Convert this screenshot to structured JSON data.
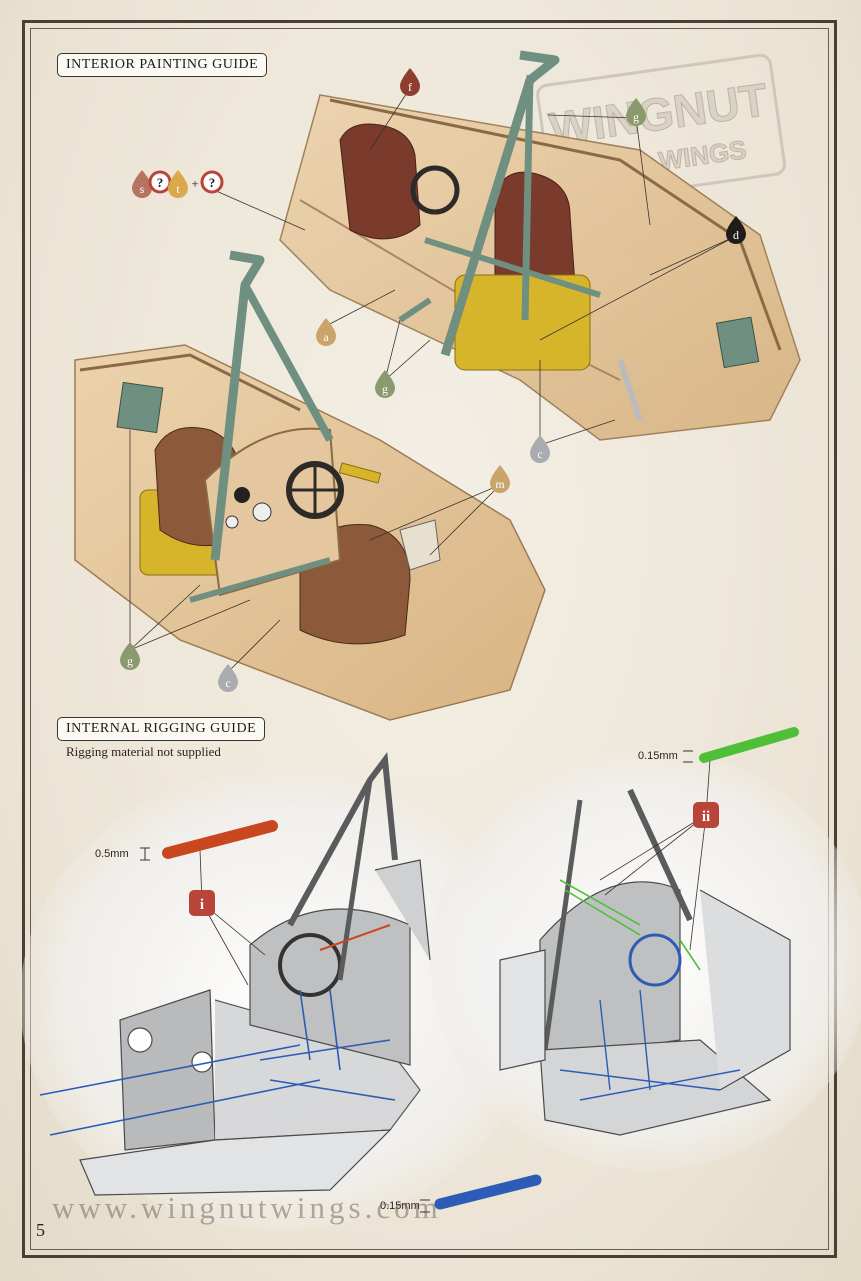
{
  "page": {
    "number": "5",
    "website": "www.wingnutwings.com"
  },
  "logo": {
    "line1": "WINGNUT",
    "line2": "WINGS"
  },
  "painting_guide": {
    "title": "INTERIOR PAINTING GUIDE",
    "callouts": {
      "f": "f",
      "g": "g",
      "d": "d",
      "a": "a",
      "c": "c",
      "m": "m",
      "s": "s",
      "q": "?",
      "t": "t",
      "plus": "+"
    }
  },
  "rigging_guide": {
    "title": "INTERNAL RIGGING GUIDE",
    "note": "Rigging material not supplied",
    "materials": [
      {
        "label": "0.5mm",
        "callout": "i",
        "color": "#c9471f"
      },
      {
        "label": "0.15mm",
        "callout": "ii",
        "color": "#4fbf3a"
      },
      {
        "label": "0.15mm",
        "callout": "",
        "color": "#2c5bb8"
      }
    ]
  },
  "colors": {
    "wood": "#e2c196",
    "green_frame": "#6f8f80",
    "leather": "#7a3a2c",
    "yellow_tank": "#d7b52a",
    "callout_red": "#b8443a",
    "callout_green": "#8a9a6e"
  }
}
